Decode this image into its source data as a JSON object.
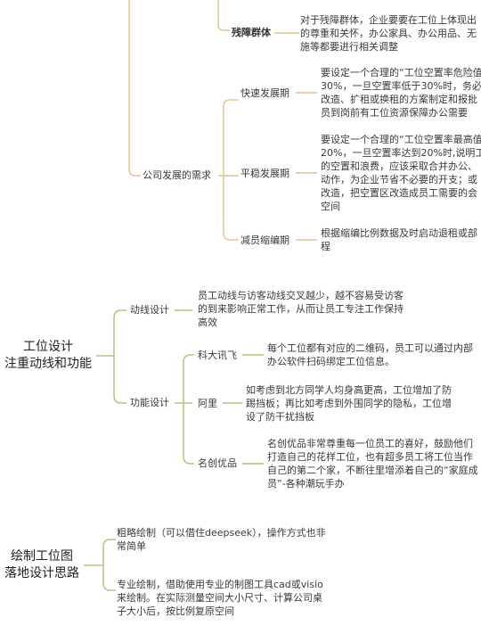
{
  "sec1": {
    "partial_desc": [
      "对于残障群体，企业要要在工位上体现出",
      "的尊重和关怀，办公家具、办公用品、无",
      "施等都要进行相关调整"
    ],
    "disabled_label": "残障群体",
    "company_needs": "公司发展的需求",
    "fast_growth": "快速发展期",
    "fast_desc": [
      "要设定一个合理的“工位空置率危险值”",
      "30%，一旦空置率低于30%时，务必",
      "改造、扩租或换租的方案制定和报批",
      "员到岗前有工位资源保障办公需要"
    ],
    "stable_growth": "平稳发展期",
    "stable_desc": [
      "要设定一个合理的“工位空置率最高值”",
      "20%，一旦空置率达到20%时,说明工",
      "的空置和浪费，应该采取合并办公、",
      "动作，为企业节省不必要的开支；或",
      "改造，把空置区改造成员工需要的会",
      "空间"
    ],
    "layoff": "减员缩编期",
    "layoff_desc": [
      "根据缩编比例数据及时启动退租或部",
      "程"
    ]
  },
  "sec2": {
    "root": [
      "工位设计",
      "注重动线和功能"
    ],
    "flow_design": "动线设计",
    "flow_desc": [
      "员工动线与访客动线交叉越少，越不容易受访客",
      "的到来影响正常工作，从而让员工专注工作保持",
      "高效"
    ],
    "function_design": "功能设计",
    "iflytek": "科大讯飞",
    "iflytek_desc": [
      "每个工位都有对应的二维码，员工可以通过内部",
      "办公软件扫码绑定工位信息。"
    ],
    "alibaba": "阿里",
    "alibaba_desc": [
      "如考虑到北方同学人均身高更高，工位增加了防",
      "踢挡板；再比如考虑到外围同学的隐私，工位增",
      "设了防干扰挡板"
    ],
    "miniso": "名创优品",
    "miniso_desc": [
      "名创优品非常尊重每一位员工的喜好，鼓励他们",
      "打造自己的花样工位，也有超多员工将工位当作",
      "自己的第二个家，不断往里增添着自己的“家庭成",
      "员”-各种潮玩手办"
    ]
  },
  "sec3": {
    "root": [
      "绘制工位图",
      "落地设计思路"
    ],
    "rough_desc": [
      "粗略绘制（可以借住deepseek），操作方式也非",
      "常简单"
    ],
    "pro_desc": [
      "专业绘制，借助使用专业的制图工具cad或visio",
      "来绘制。在实际测量空间大小尺寸、计算公司桌",
      "子大小后，按比例复原空间"
    ]
  }
}
